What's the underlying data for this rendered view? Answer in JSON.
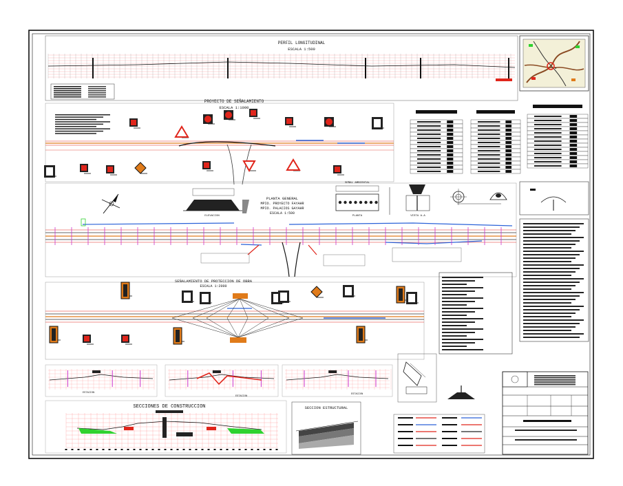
{
  "sheet": {
    "profile_title": "PERFIL LONGITUDINAL",
    "profile_scale": "ESCALA 1:500",
    "signage_title": "PROYECTO DE SEÑALAMIENTO",
    "signage_scale": "ESCALA 1:1000",
    "plan_title": "PLANTA GENERAL",
    "plan_lines": [
      "MPIO. PROYECTO FAYAHR",
      "MPIO. PALACIOS GAYAHR"
    ],
    "plan_scale": "ESCALA 1:500",
    "work_sign_title": "SEÑALAMIENTO DE PROTECCION DE OBRA",
    "work_sign_scale": "ESCALA 1:2000",
    "sections_title": "SECCIONES DE CONSTRUCCION",
    "structural_section_title": "SECCION ESTRUCTURAL",
    "elevation_label": "ELEVACION",
    "plant_label": "PLANTA",
    "view_label": "VISTA A-A",
    "sign_detail_label": "SEÑAL AMBIENTAL",
    "cross_section_labels": [
      "ESTACION",
      "ESTACION",
      "ESTACION"
    ]
  },
  "colors": {
    "border": "#111111",
    "red": "#e0251b",
    "green": "#2fd22f",
    "blue": "#2a62d8",
    "magenta": "#cc33cc",
    "orange": "#e07b1a",
    "brown": "#8a4a22",
    "grid": "#ff9a9a"
  },
  "icons": [
    "north-arrow-icon",
    "stop-sign-icon",
    "warning-sign-icon",
    "yield-sign-icon",
    "location-map-icon"
  ]
}
